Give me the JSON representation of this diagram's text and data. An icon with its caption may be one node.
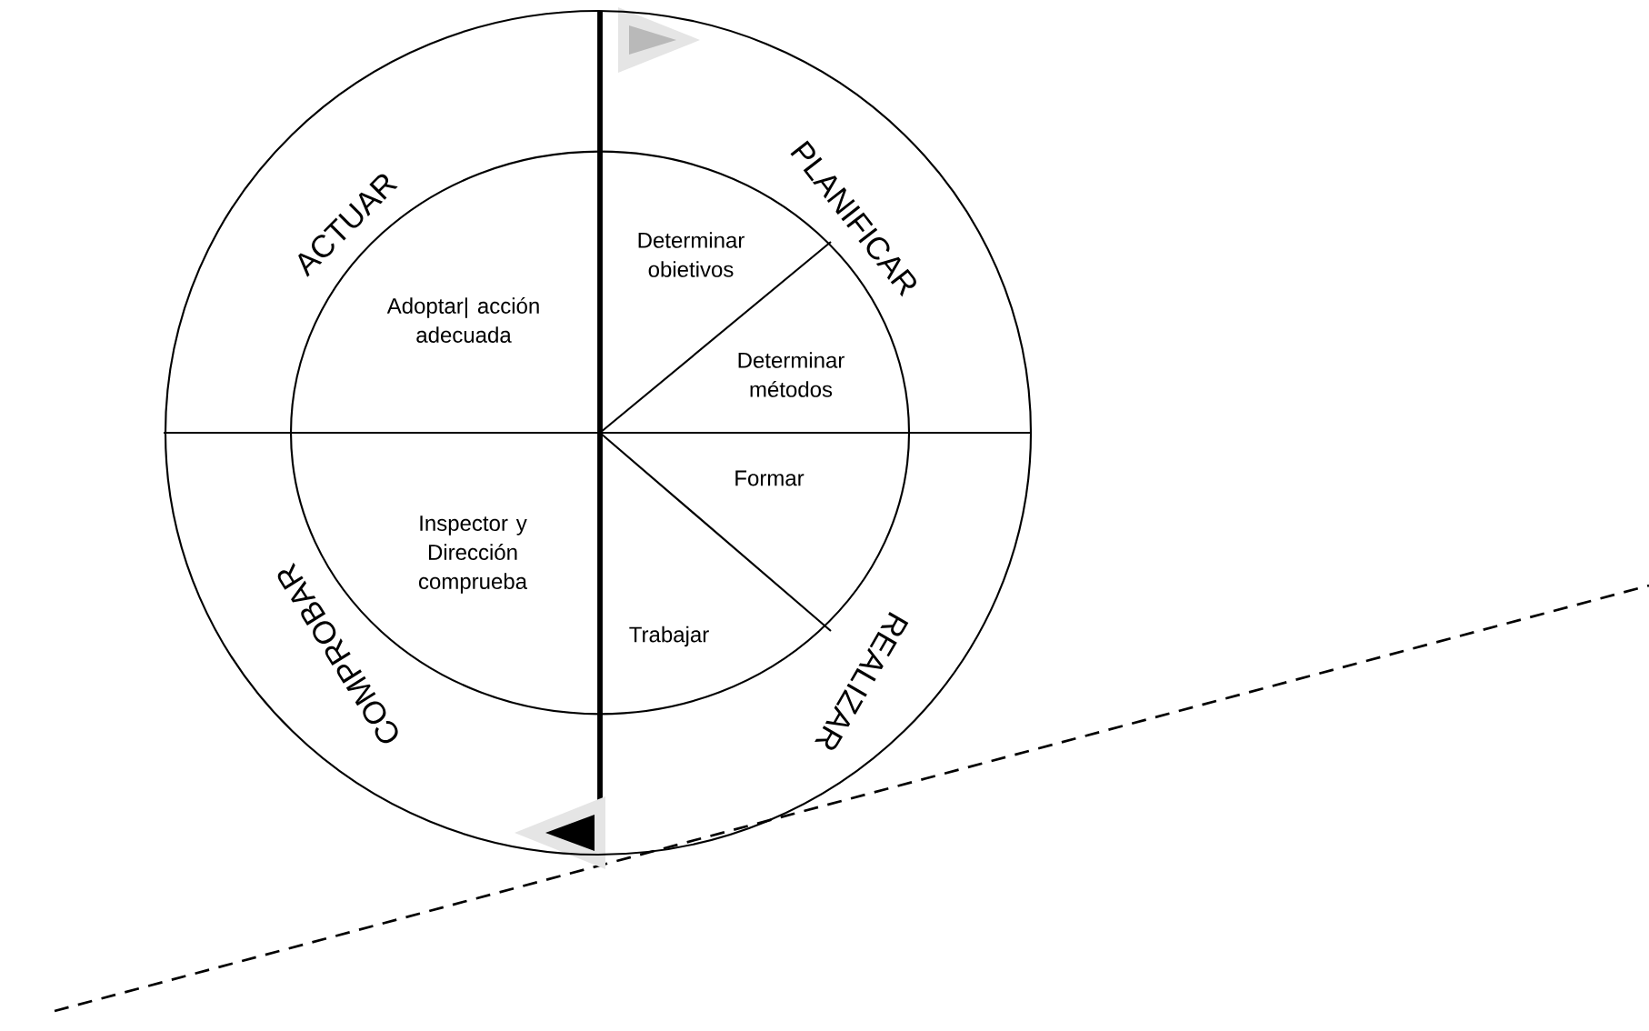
{
  "diagram": {
    "nodes": [
      {
        "text": [
          "ACTUAR",
          "PLANIFICAR",
          "REALIZAR",
          "COMPROBAR"
        ]
      },
      {
        "text": [
          "Adoptar| acción adecuada",
          "Determinar obietivos",
          "Determinar métodos",
          "Formar",
          "Inspector y Dirección comprueba",
          "Trabajar"
        ],
        "in": 0
      }
    ]
  }
}
